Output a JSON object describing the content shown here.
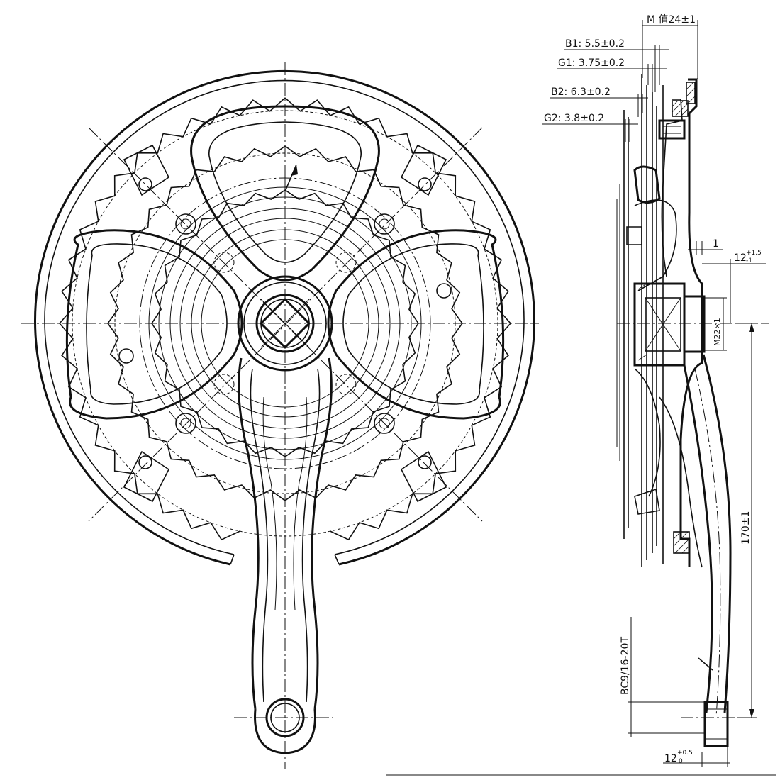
{
  "dimensions": {
    "m_width": "M 值24±1",
    "b1": "B1: 5.5±0.2",
    "g1": "G1: 3.75±0.2",
    "b2": "B2: 6.3±0.2",
    "g2": "G2: 3.8±0.2",
    "gap_1": "1",
    "offset_top": "12",
    "offset_top_tol_upper": "+1.5",
    "offset_top_tol_lower": "-1",
    "thread_m22": "M22×1",
    "crank_length": "170±1",
    "pedal_thread": "BC9/16-20T",
    "offset_bottom": "12",
    "offset_bottom_tol_upper": "+0.5",
    "offset_bottom_tol_lower": "0"
  },
  "colors": {
    "line": "#111111",
    "background": "#ffffff"
  }
}
